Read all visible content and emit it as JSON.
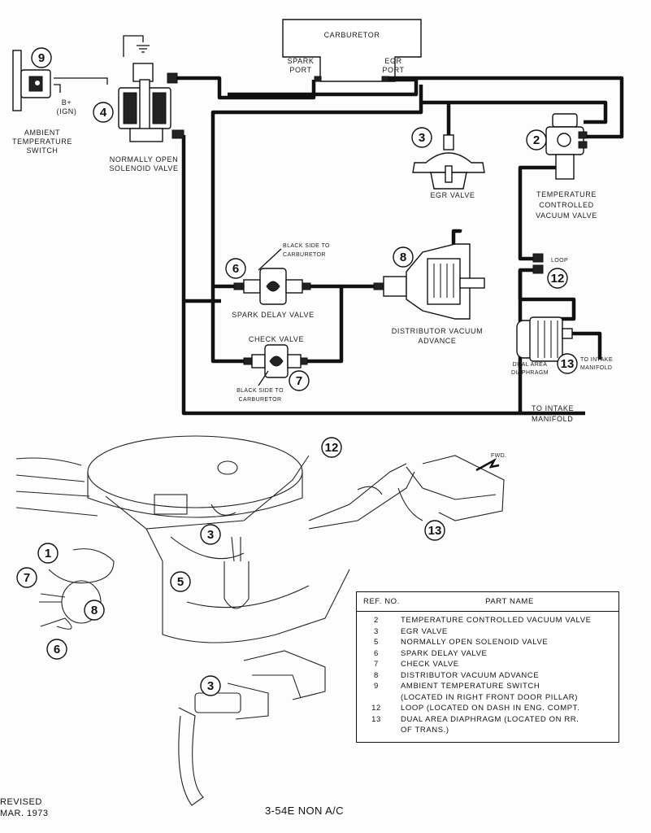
{
  "labels": {
    "carburetor": "CARBURETOR",
    "spark_port_1": "SPARK",
    "spark_port_2": "PORT",
    "egr_port_1": "EGR",
    "egr_port_2": "PORT",
    "ambient_1": "AMBIENT",
    "ambient_2": "TEMPERATURE",
    "ambient_3": "SWITCH",
    "b_plus_1": "B+",
    "b_plus_2": "(IGN)",
    "solenoid_1": "NORMALLY OPEN",
    "solenoid_2": "SOLENOID VALVE",
    "egr_valve": "EGR VALVE",
    "tcvv_1": "TEMPERATURE",
    "tcvv_2": "CONTROLLED",
    "tcvv_3": "VACUUM VALVE",
    "black_side_top_1": "BLACK SIDE TO",
    "black_side_top_2": "CARBURETOR",
    "spark_delay": "SPARK DELAY VALVE",
    "check_valve": "CHECK VALVE",
    "black_side_bot_1": "BLACK SIDE TO",
    "black_side_bot_2": "CARBURETOR",
    "dist_adv_1": "DISTRIBUTOR VACUUM",
    "dist_adv_2": "ADVANCE",
    "loop": "LOOP",
    "dual_area_1": "DUAL AREA",
    "dual_area_2": "DIAPHRAGM",
    "to_intake_right_1": "TO INTAKE",
    "to_intake_right_2": "MANIFOLD",
    "to_intake_bottom_1": "TO INTAKE",
    "to_intake_bottom_2": "MANIFOLD",
    "fwd": "FWD."
  },
  "callouts": [
    "9",
    "4",
    "3",
    "2",
    "6",
    "8",
    "12",
    "7",
    "13",
    "12",
    "1",
    "3",
    "7",
    "5",
    "8",
    "6",
    "3",
    "13"
  ],
  "legend": {
    "ref_header": "REF. NO.",
    "name_header": "PART NAME",
    "rows": [
      {
        "ref": "2",
        "line1": "TEMPERATURE CONTROLLED VACUUM VALVE",
        "line2": ""
      },
      {
        "ref": "3",
        "line1": "EGR VALVE",
        "line2": ""
      },
      {
        "ref": "5",
        "line1": "NORMALLY OPEN SOLENOID VALVE",
        "line2": ""
      },
      {
        "ref": "6",
        "line1": "SPARK DELAY VALVE",
        "line2": ""
      },
      {
        "ref": "7",
        "line1": "CHECK VALVE",
        "line2": ""
      },
      {
        "ref": "8",
        "line1": "DISTRIBUTOR VACUUM ADVANCE",
        "line2": ""
      },
      {
        "ref": "9",
        "line1": "AMBIENT TEMPERATURE SWITCH",
        "line2": "(LOCATED IN RIGHT FRONT DOOR PILLAR)"
      },
      {
        "ref": "12",
        "line1": "LOOP (LOCATED ON DASH IN ENG. COMPT.",
        "line2": ""
      },
      {
        "ref": "13",
        "line1": "DUAL AREA DIAPHRAGM (LOCATED ON RR.",
        "line2": "OF TRANS.)"
      }
    ]
  },
  "footer": {
    "revised": "REVISED",
    "date": "MAR. 1973",
    "figure_id": "3-54E NON A/C"
  }
}
